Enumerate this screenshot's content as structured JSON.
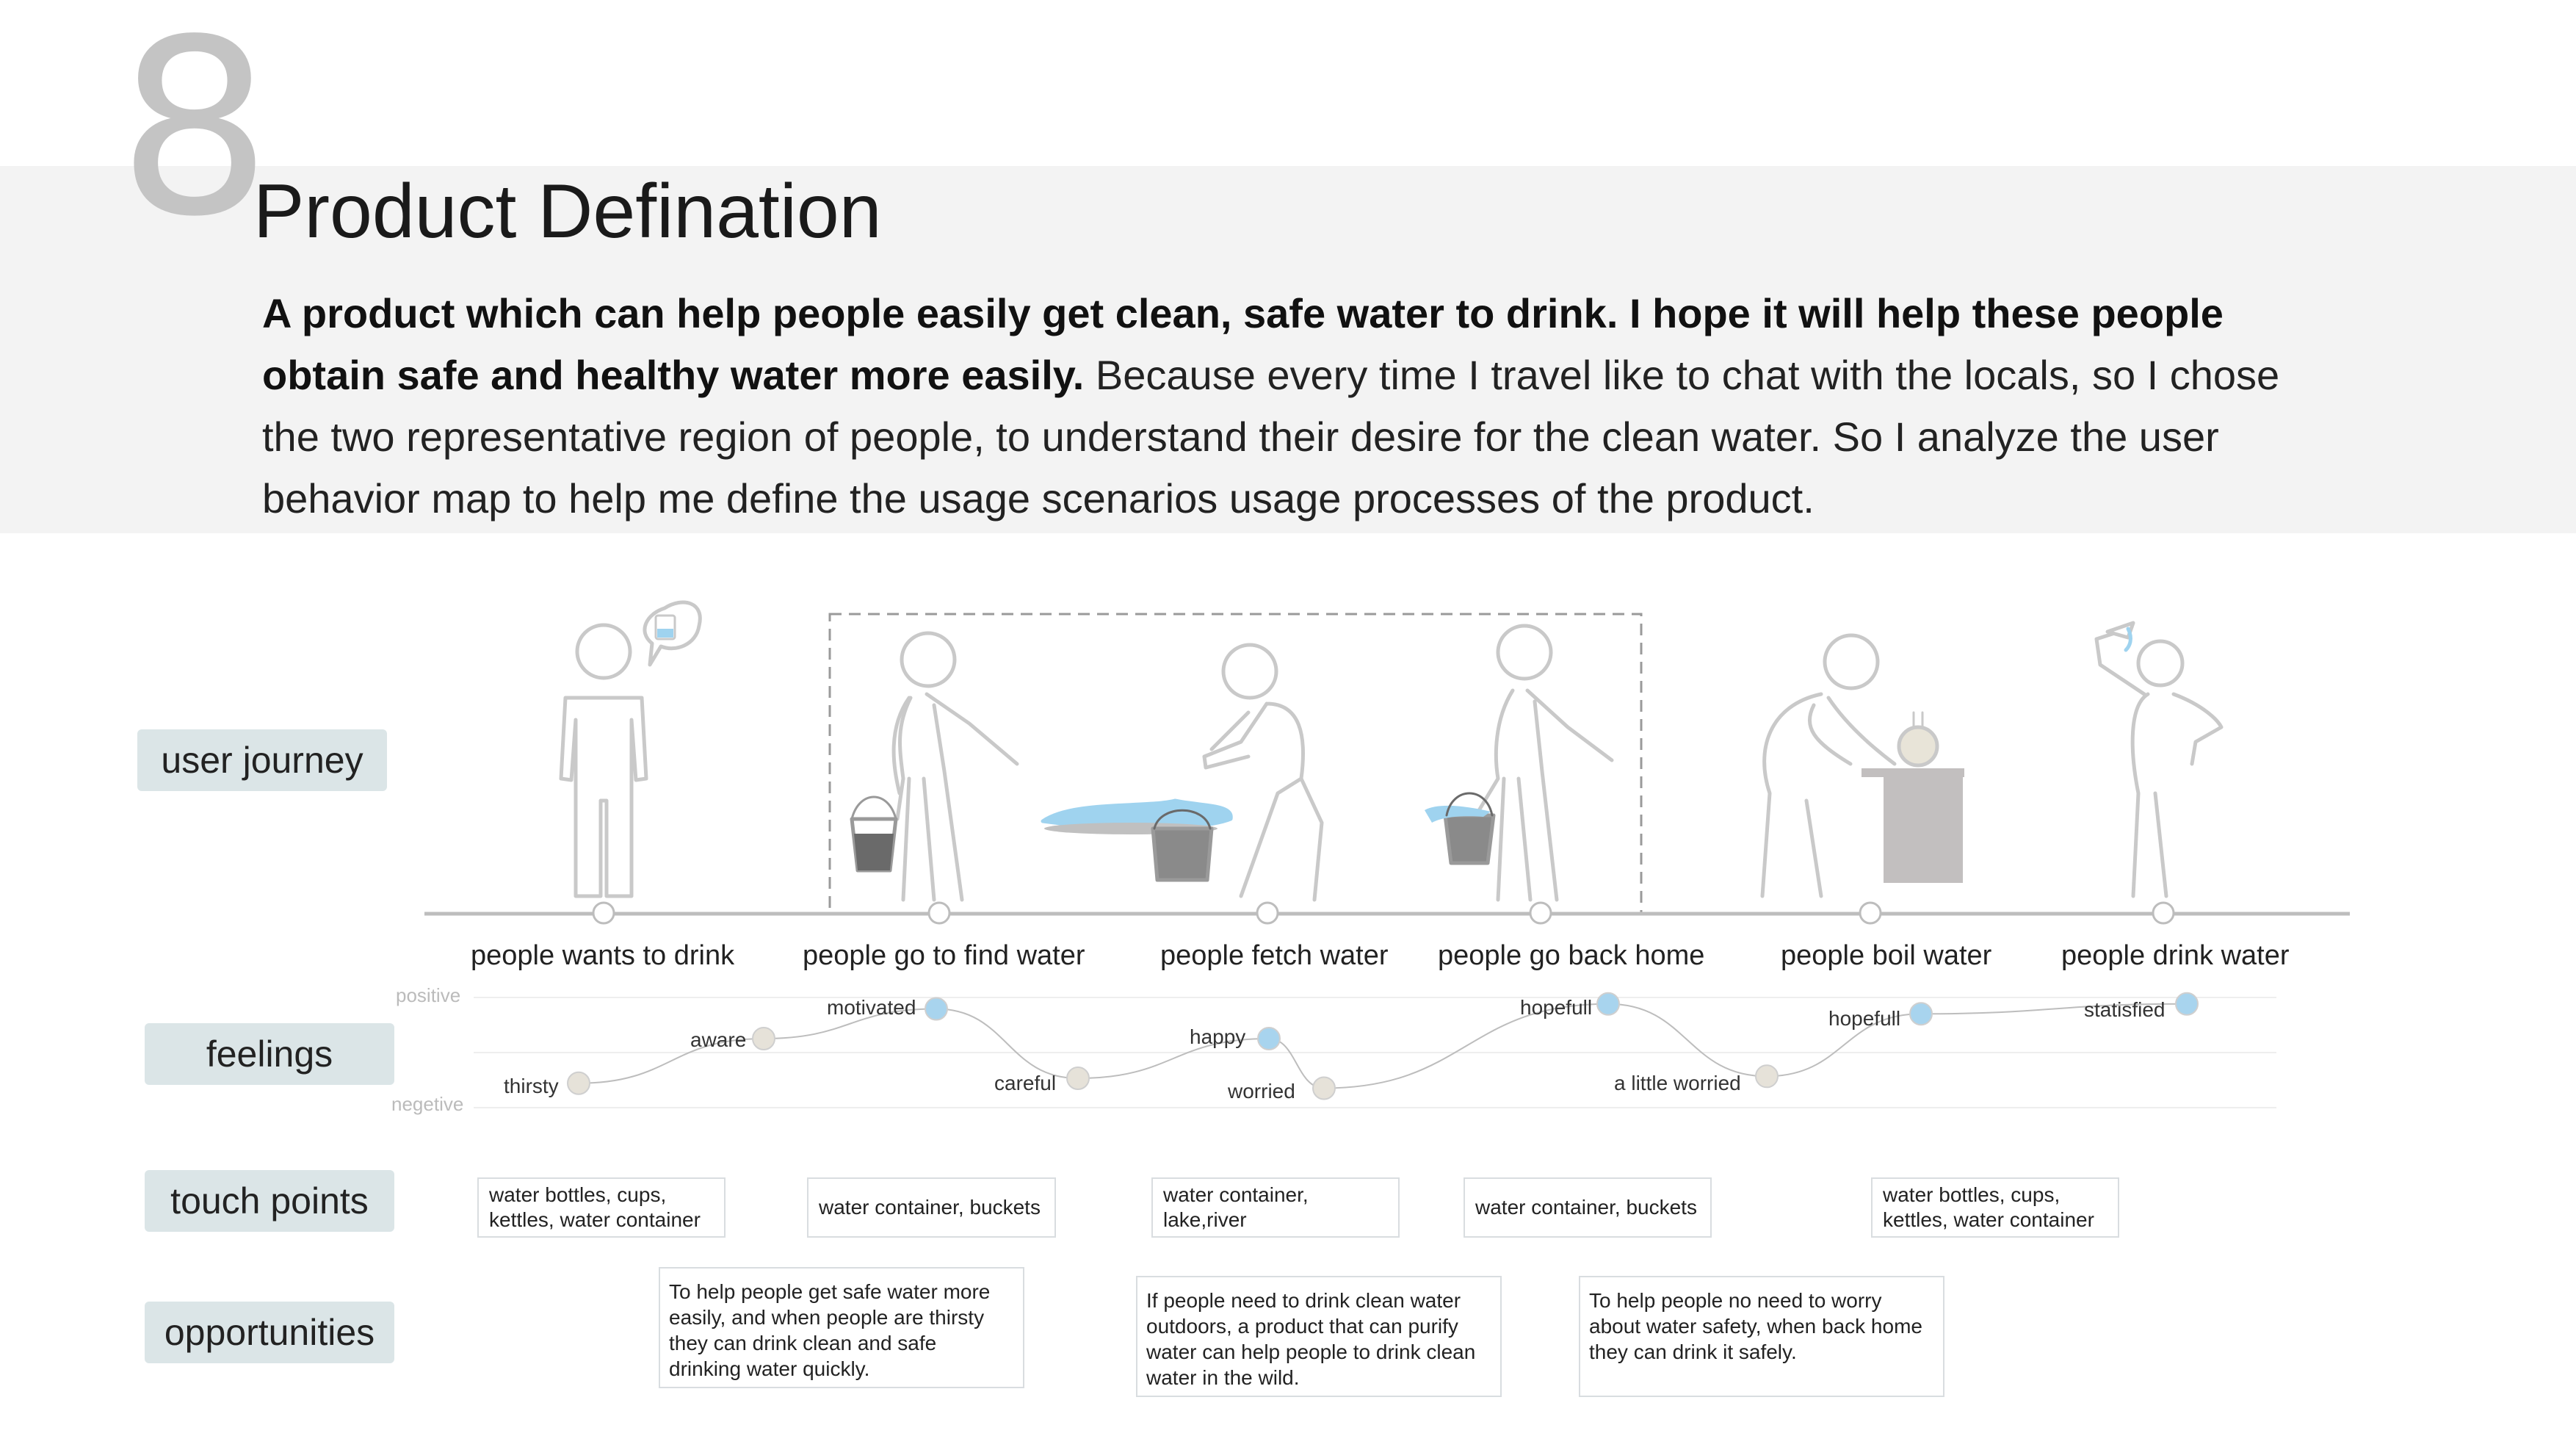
{
  "header": {
    "number": "8",
    "title": "Product Defination",
    "intro_bold": "A product which can help people easily get clean,  safe water to drink. I hope it will help these people obtain safe and healthy water more easily.",
    "intro_regular": " Because every time I travel like to chat with the locals, so I chose the two representative region of people, to understand their desire for the clean water. So I analyze the user behavior map to help me define the usage scenarios usage processes of the product."
  },
  "rows": {
    "user_journey": "user journey",
    "feelings": "feelings",
    "touch_points": "touch points",
    "opportunities": "opportunities"
  },
  "stages": [
    "people wants to drink",
    "people go to find water",
    "people fetch water",
    "people go back home",
    "people boil water",
    "people drink water"
  ],
  "feelings": {
    "positive_label": "positive",
    "negative_label": "negetive",
    "points": [
      {
        "label": "thirsty",
        "level": 0.15,
        "tone": "neutral"
      },
      {
        "label": "aware",
        "level": 0.6,
        "tone": "neutral"
      },
      {
        "label": "motivated",
        "level": 0.9,
        "tone": "positive"
      },
      {
        "label": "careful",
        "level": 0.2,
        "tone": "neutral"
      },
      {
        "label": "happy",
        "level": 0.6,
        "tone": "positive"
      },
      {
        "label": "worried",
        "level": 0.1,
        "tone": "neutral"
      },
      {
        "label": "hopefull",
        "level": 0.95,
        "tone": "positive"
      },
      {
        "label": "a little worried",
        "level": 0.22,
        "tone": "neutral"
      },
      {
        "label": "hopefull",
        "level": 0.85,
        "tone": "positive"
      },
      {
        "label": "statisfied",
        "level": 0.95,
        "tone": "positive"
      }
    ]
  },
  "touch_points": [
    "water bottles, cups, kettles, water container",
    "water container, buckets",
    "water container, lake,river",
    "water container, buckets",
    "water bottles, cups, kettles, water container"
  ],
  "opportunities": [
    "To help people get safe water more easily, and when people are thirsty they can drink clean and safe drinking water quickly.",
    "If people need to drink clean water outdoors, a product that can purify water can help people to drink clean water in the wild.",
    "To help people no need to worry about water safety, when back home they can drink it safely."
  ],
  "colors": {
    "positive_dot": "#a8d4ee",
    "neutral_dot": "#e6e2d9",
    "water": "#9fd3ef",
    "bucket": "#9a9a9a",
    "label_bg": "#dbe5e7",
    "figure_stroke": "#c9c9c9"
  },
  "icons": [
    "person-standing-icon",
    "speech-bubble-cup-icon",
    "person-carrying-bucket-icon",
    "person-fetching-icon",
    "person-returning-icon",
    "person-boiling-icon",
    "person-drinking-icon"
  ]
}
